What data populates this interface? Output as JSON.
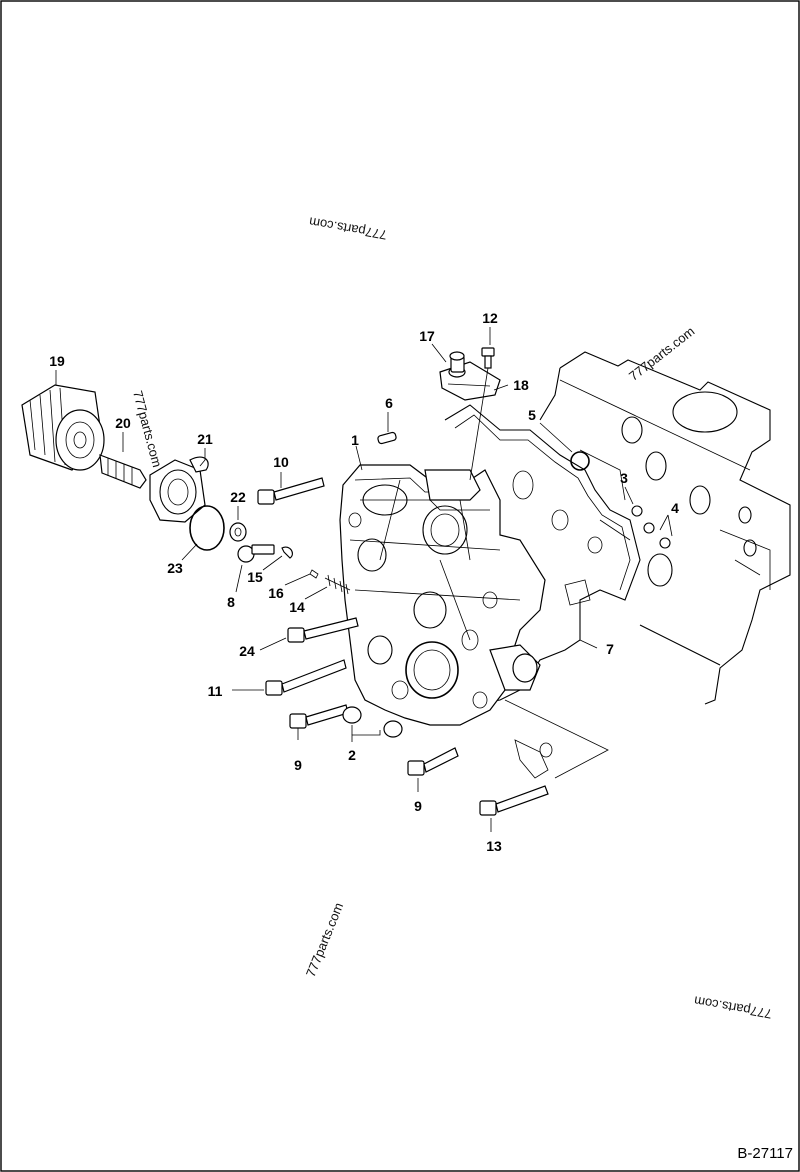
{
  "figure_id": "B-27117",
  "watermarks": [
    "777parts.com",
    "777parts.com",
    "777parts.com",
    "777parts.com",
    "777parts.com"
  ],
  "callouts": [
    "1",
    "2",
    "3",
    "4",
    "5",
    "6",
    "7",
    "8",
    "9",
    "9",
    "10",
    "11",
    "12",
    "13",
    "14",
    "15",
    "16",
    "17",
    "18",
    "19",
    "20",
    "21",
    "22",
    "23",
    "24"
  ]
}
